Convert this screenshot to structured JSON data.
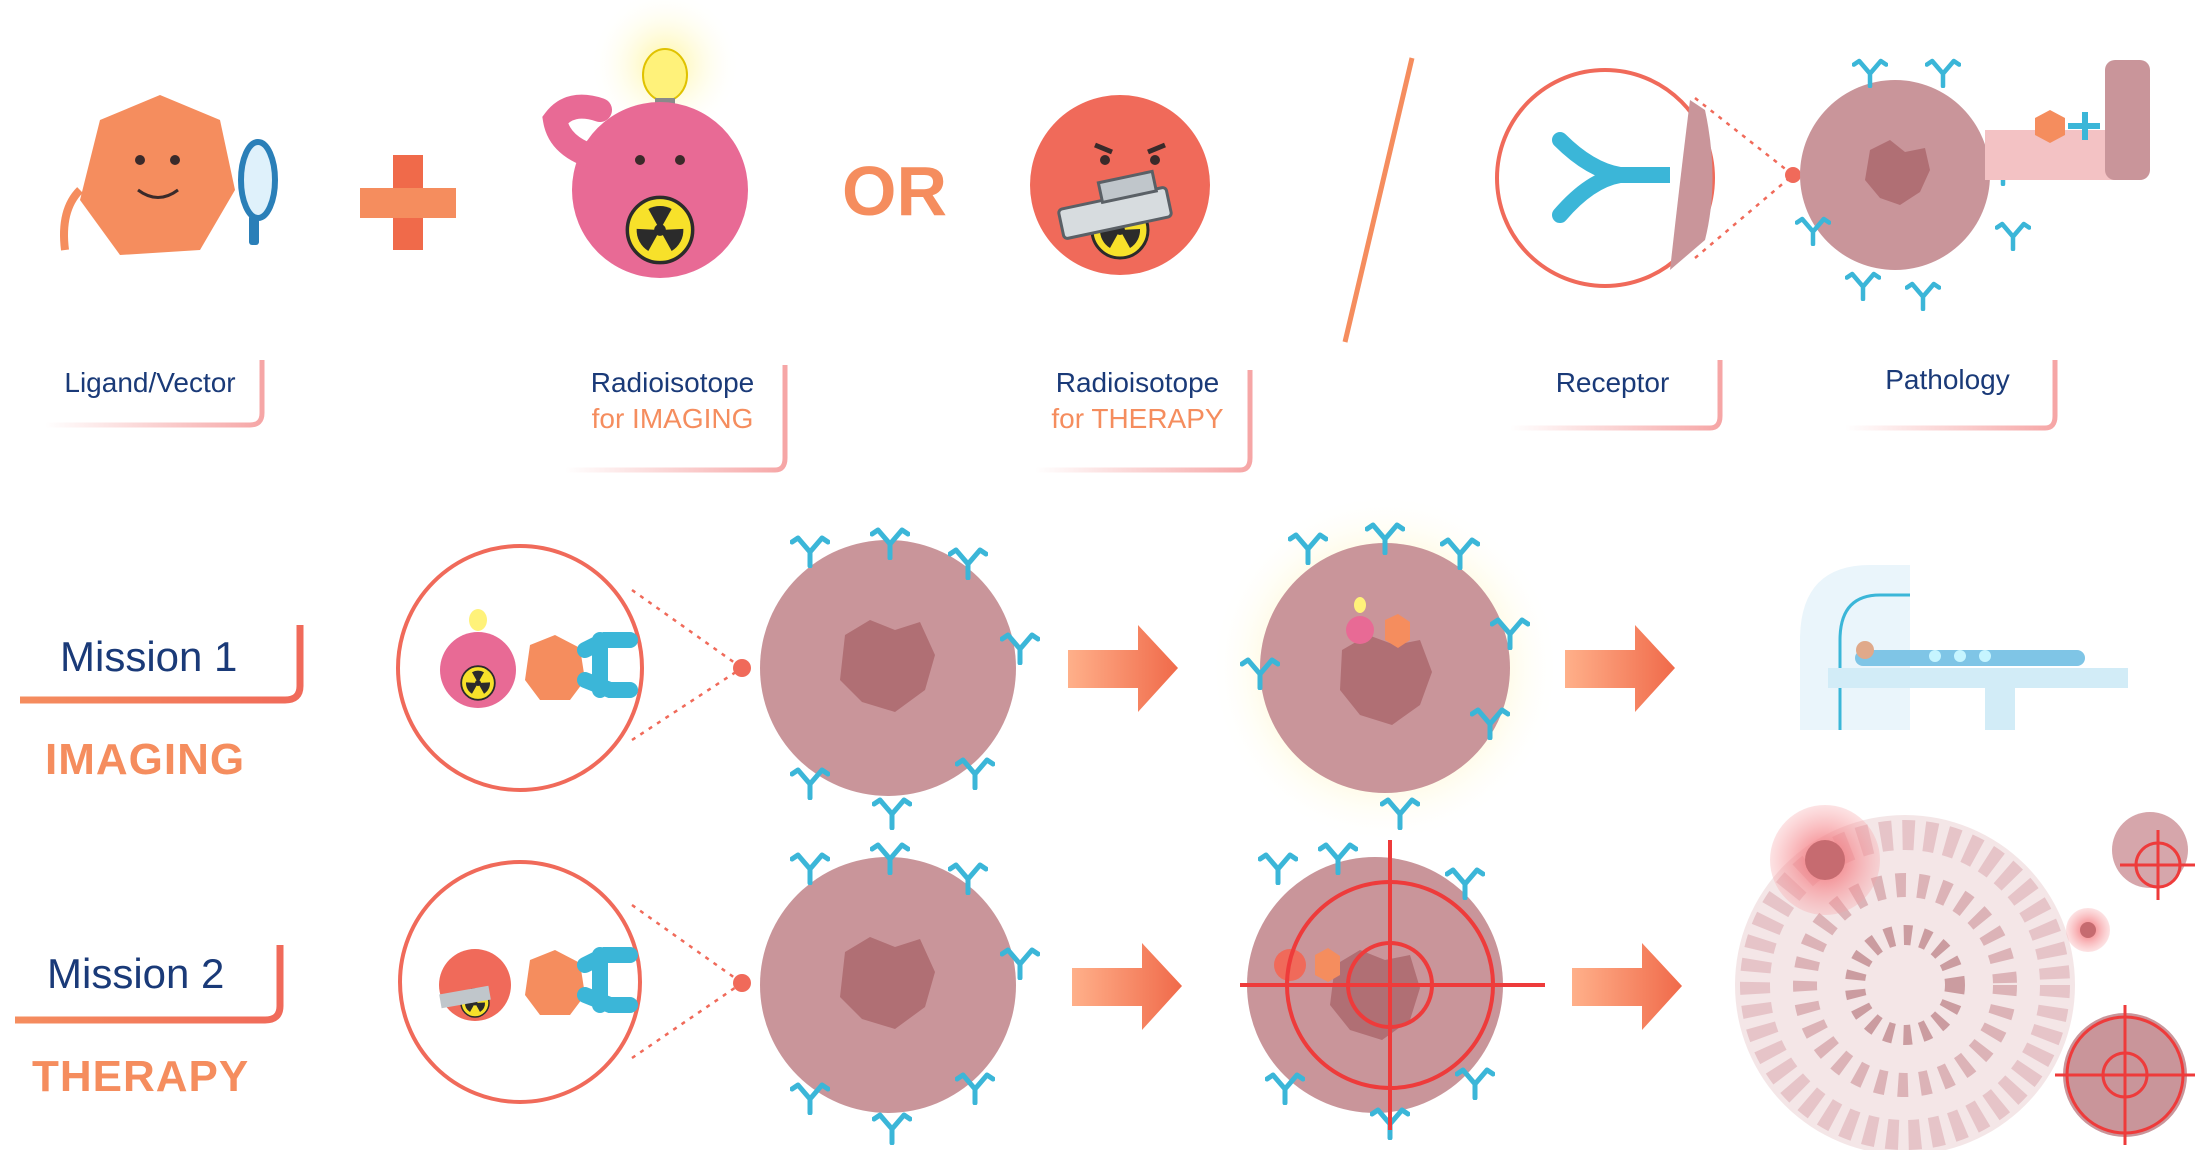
{
  "top_labels": {
    "ligand": "Ligand/Vector",
    "radio_imaging_title": "Radioisotope",
    "radio_imaging_sub": "for IMAGING",
    "radio_therapy_title": "Radioisotope",
    "radio_therapy_sub": "for THERAPY",
    "receptor": "Receptor",
    "pathology": "Pathology"
  },
  "connector_or": "OR",
  "missions": [
    {
      "title": "Mission 1",
      "subtitle": "IMAGING"
    },
    {
      "title": "Mission 2",
      "subtitle": "THERAPY"
    }
  ],
  "colors": {
    "navy": "#1a3a78",
    "orange": "#f58d5e",
    "coral": "#f06a5a",
    "pink": "#e86a95",
    "cell": "#c9959a",
    "cell_core": "#b06f74",
    "receptor": "#3bb6d8",
    "target_red": "#ee3b3b",
    "glow": "#fff6c9"
  },
  "icons": [
    "magnifier-icon",
    "lightbulb-icon",
    "radiation-icon",
    "gun-icon",
    "plus-icon",
    "arrow-right-icon",
    "crosshair-icon",
    "mri-scanner-icon",
    "receptor-icon"
  ]
}
